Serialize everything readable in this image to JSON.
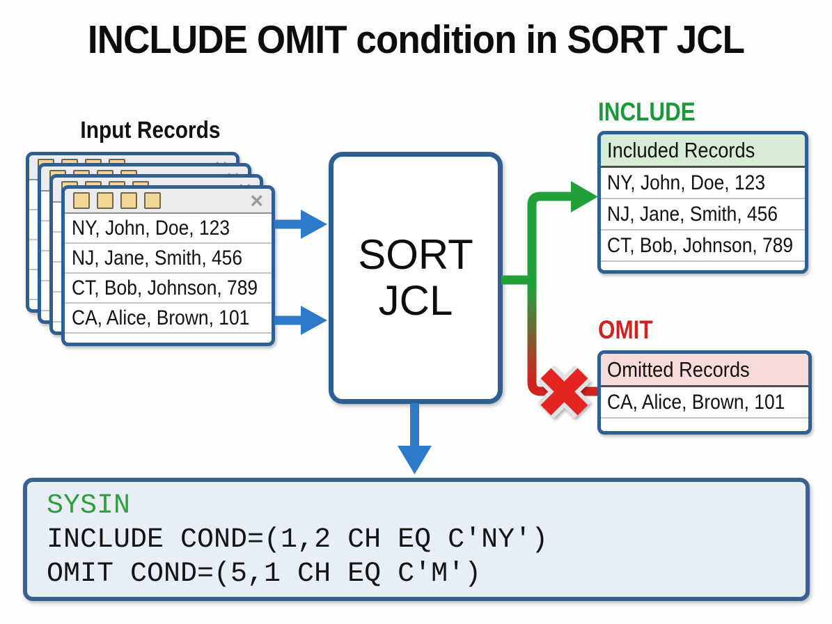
{
  "title": "INCLUDE OMIT condition in SORT JCL",
  "input": {
    "label": "Input Records",
    "records": [
      "NY, John, Doe, 123",
      "NJ, Jane, Smith, 456",
      "CT, Bob, Johnson, 789",
      "CA, Alice, Brown, 101"
    ]
  },
  "processor": {
    "line1": "SORT",
    "line2": "JCL"
  },
  "include": {
    "label": "INCLUDE",
    "header": "Included Records",
    "records": [
      "NY, John, Doe, 123",
      "NJ, Jane, Smith, 456",
      "CT, Bob, Johnson, 789"
    ]
  },
  "omit": {
    "label": "OMIT",
    "header": "Omitted Records",
    "records": [
      "CA, Alice, Brown, 101"
    ]
  },
  "sysin": {
    "label": "SYSIN",
    "lines": [
      "INCLUDE COND=(1,2 CH EQ C'NY')",
      "OMIT COND=(5,1 CH EQ C'M')"
    ]
  },
  "icons": {
    "close": "×"
  },
  "colors": {
    "border_blue": "#2d5f94",
    "arrow_blue": "#2c7ac9",
    "green": "#1fa03c",
    "include_label_green": "#189a3a",
    "red": "#e32522",
    "omit_label_red": "#cc2421",
    "include_header_bg": "#d7ecd4",
    "omit_header_bg": "#f7dbda",
    "sysin_bg": "#e8eef5",
    "sysin_green": "#2f9e41",
    "titlebar_bg": "#ebebeb",
    "titlebar_square": "#f2d795"
  }
}
